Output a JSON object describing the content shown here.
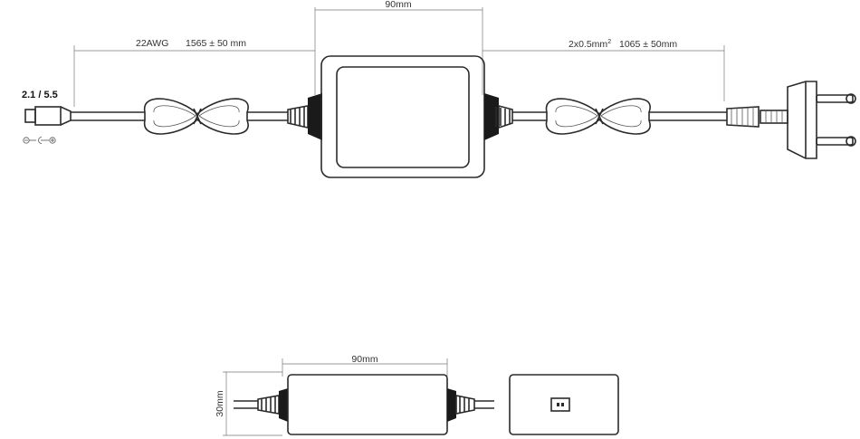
{
  "top_view": {
    "width_dim": "90mm",
    "dc_cable_gauge": "22AWG",
    "dc_cable_length": "1565 ± 50 mm",
    "ac_cable_gauge": "2x0.5mm",
    "ac_cable_gauge_sup": "2",
    "ac_cable_length": "1065 ± 50mm",
    "dc_plug_size": "2.1 / 5.5",
    "polarity_symbol": "⊖-C-⊕"
  },
  "side_view": {
    "width_dim": "90mm",
    "height_dim": "30mm"
  },
  "colors": {
    "line": "#2b2b2b",
    "dimension": "#777777",
    "text": "#333333"
  }
}
